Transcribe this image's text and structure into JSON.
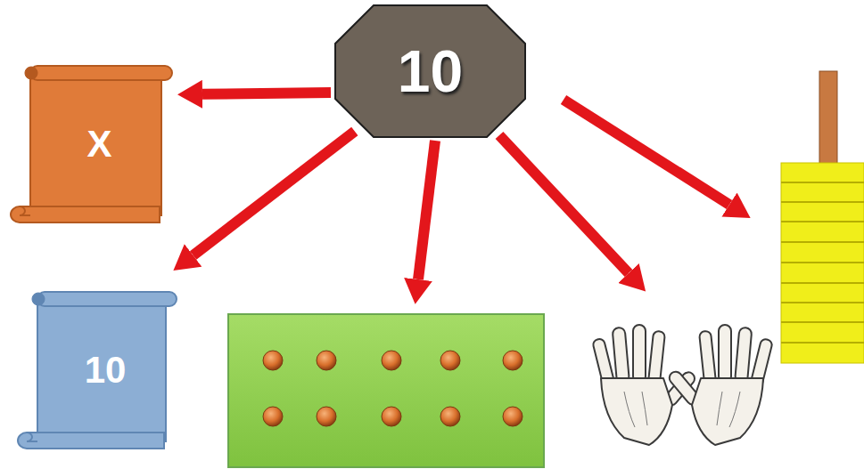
{
  "diagram": {
    "nodes": [
      {
        "text": [
          "10"
        ]
      },
      {
        "text": [
          "X"
        ]
      },
      {
        "text": [
          "10"
        ]
      }
    ],
    "edges": [
      {
        "from": 0,
        "to": 1,
        "arrow": "to"
      },
      {
        "from": 0,
        "to": 2,
        "arrow": "to"
      }
    ]
  }
}
